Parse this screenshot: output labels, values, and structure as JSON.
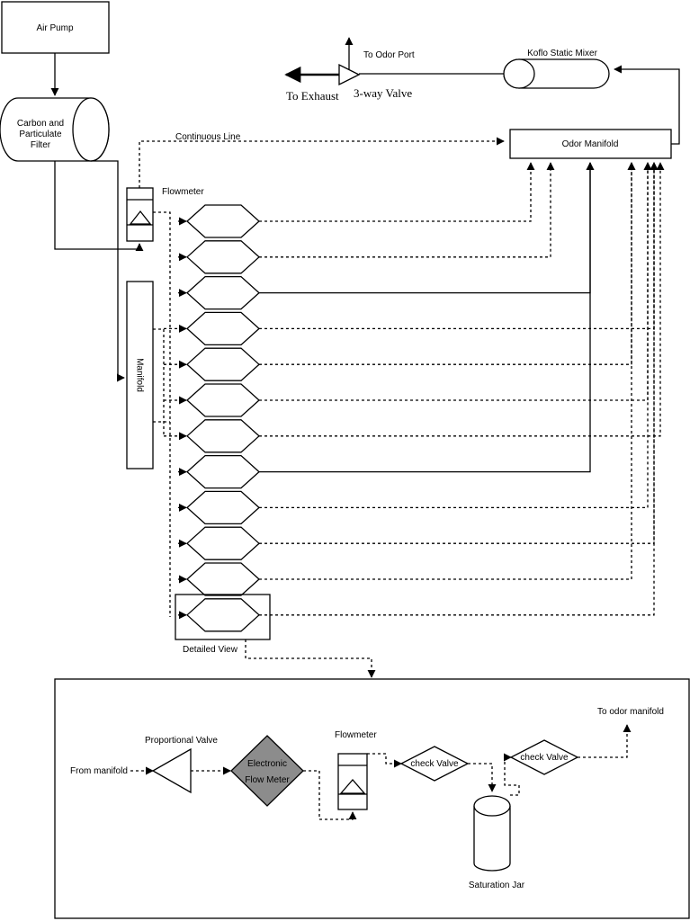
{
  "labels": {
    "air_pump": "Air Pump",
    "filter_line1": "Carbon and",
    "filter_line2": "Particulate",
    "filter_line3": "Filter",
    "flowmeter_top": "Flowmeter",
    "continuous_line": "Continuous Line",
    "manifold": "Manifold",
    "odor_manifold": "Odor Manifold",
    "koflo_mixer": "Koflo Static Mixer",
    "to_odor_port": "To Odor Port",
    "to_exhaust": "To Exhaust",
    "three_way_valve": "3-way Valve",
    "detailed_view": "Detailed View"
  },
  "detail": {
    "from_manifold": "From manifold",
    "proportional_valve": "Proportional Valve",
    "electronic_line1": "Electronic",
    "electronic_line2": "Flow Meter",
    "flowmeter": "Flowmeter",
    "check_valve_1": "check Valve",
    "check_valve_2": "check Valve",
    "saturation_jar": "Saturation Jar",
    "to_odor_manifold": "To odor manifold"
  },
  "channels": {
    "count": 12
  },
  "colors": {
    "line": "#000000",
    "electronic_flow_meter_fill": "#8c8c8c"
  }
}
